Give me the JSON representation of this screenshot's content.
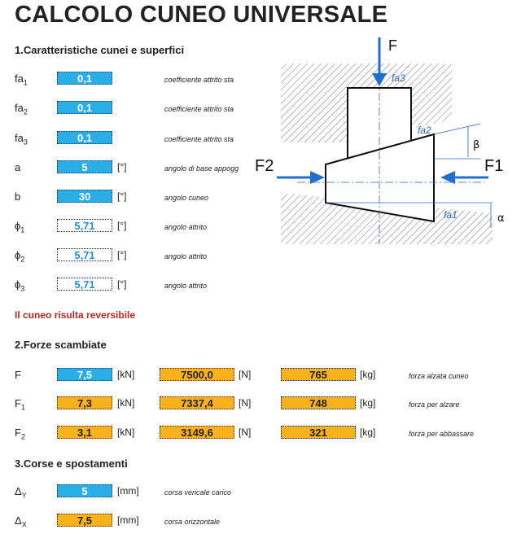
{
  "title": "CALCOLO CUNEO UNIVERSALE",
  "sections": {
    "s1": "1.Caratteristiche cunei e superfici",
    "s2": "2.Forze scambiate",
    "s3": "3.Corse e spostamenti"
  },
  "params": [
    {
      "sym": "fa",
      "sub": "1",
      "value": "0,1",
      "unit": "",
      "desc": "coefficiente attrito sta"
    },
    {
      "sym": "fa",
      "sub": "2",
      "value": "0,1",
      "unit": "",
      "desc": "coefficiente attrito sta"
    },
    {
      "sym": "fa",
      "sub": "3",
      "value": "0,1",
      "unit": "",
      "desc": "coefficiente attrito sta"
    },
    {
      "sym": "a",
      "sub": "",
      "value": "5",
      "unit": "[°]",
      "desc": "angolo di base appogg"
    },
    {
      "sym": "b",
      "sub": "",
      "value": "30",
      "unit": "[°]",
      "desc": "angolo cuneo"
    },
    {
      "sym": "ϕ",
      "sub": "1",
      "value": "5,71",
      "unit": "[°]",
      "desc": "angolo attrito"
    },
    {
      "sym": "ϕ",
      "sub": "2",
      "value": "5,71",
      "unit": "[°]",
      "desc": "angolo attrito"
    },
    {
      "sym": "ϕ",
      "sub": "3",
      "value": "5,71",
      "unit": "[°]",
      "desc": "angolo attrito"
    }
  ],
  "status_message": "Il cuneo risulta reversibile",
  "forces": [
    {
      "sym": "F",
      "sub": "",
      "kn": "7,5",
      "kn_unit": "[kN]",
      "n": "7500,0",
      "n_unit": "[N]",
      "kg": "765",
      "kg_unit": "[kg]",
      "desc": "forza alzata cuneo"
    },
    {
      "sym": "F",
      "sub": "1",
      "kn": "7,3",
      "kn_unit": "[kN]",
      "n": "7337,4",
      "n_unit": "[N]",
      "kg": "748",
      "kg_unit": "[kg]",
      "desc": "forza per alzare"
    },
    {
      "sym": "F",
      "sub": "2",
      "kn": "3,1",
      "kn_unit": "[kN]",
      "n": "3149,6",
      "n_unit": "[N]",
      "kg": "321",
      "kg_unit": "[kg]",
      "desc": "forza per abbassare"
    }
  ],
  "strokes": [
    {
      "sym": "Δ",
      "sub": "Y",
      "value": "5",
      "unit": "[mm]",
      "desc": "corsa vericale carico"
    },
    {
      "sym": "Δ",
      "sub": "X",
      "value": "7,5",
      "unit": "[mm]",
      "desc": "corsa orizzontale"
    }
  ],
  "diagram": {
    "labels": {
      "F": "F",
      "F1": "F1",
      "F2": "F2",
      "fa1": "fa1",
      "fa2": "fa2",
      "fa3": "fa3",
      "beta": "β",
      "alpha": "α"
    }
  },
  "colors": {
    "input": "#2aaee6",
    "output": "#f9b21c",
    "warning": "#c0281f",
    "arrow": "#1f6fd0"
  }
}
